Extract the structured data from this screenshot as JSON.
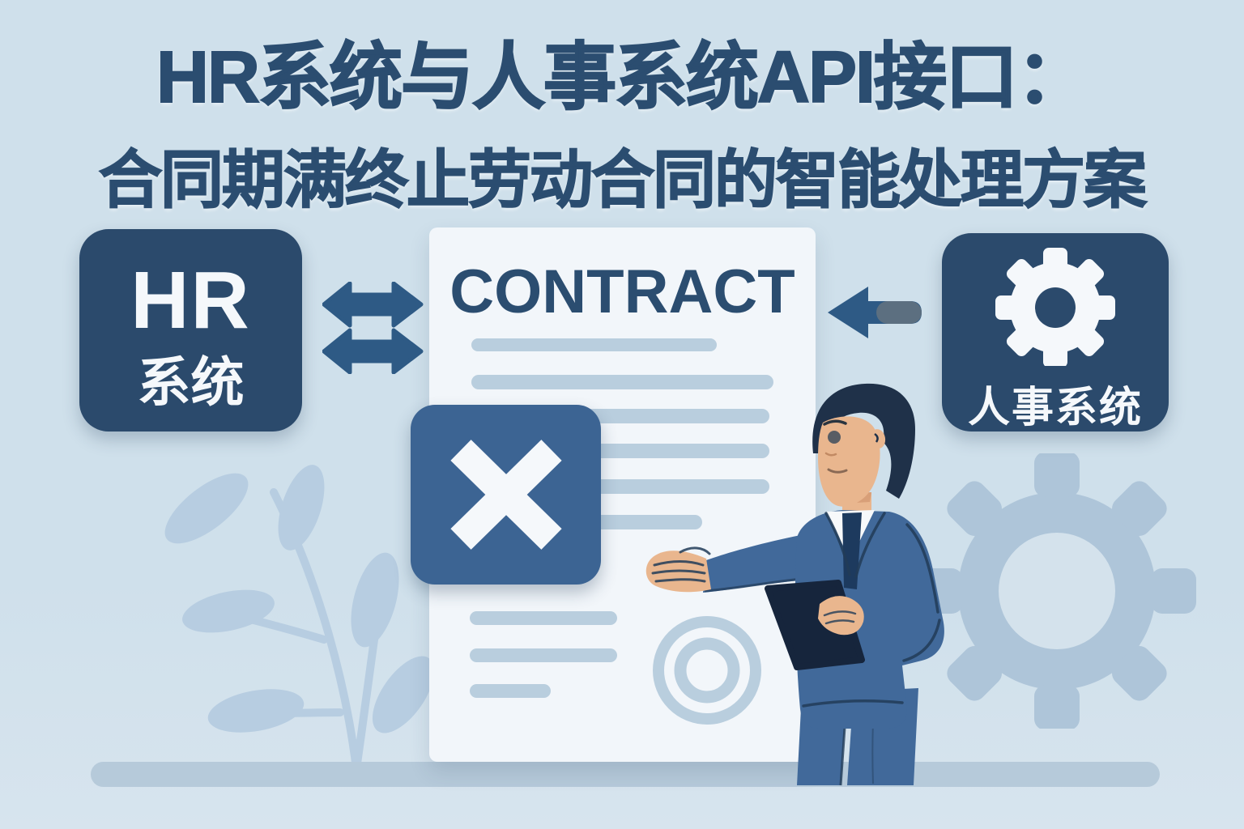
{
  "title": {
    "line1": "HR系统与人事系统API接口：",
    "line2": "合同期满终止劳动合同的智能处理方案"
  },
  "hr_system_card": {
    "acronym": "HR",
    "label": "系统"
  },
  "contract_document": {
    "heading": "CONTRACT"
  },
  "personnel_system_card": {
    "label": "人事系统"
  },
  "icons": {
    "sync_arrows": "bidirectional-sync-arrows",
    "left_arrow": "left-arrow",
    "x_mark": "x-cancel-mark",
    "gear": "gear-cog",
    "stamp": "concentric-circle-stamp",
    "leaf_branch": "leaf-branch-silhouette",
    "gear_silhouette": "gear-silhouette",
    "businessman": "businessman-with-tablet"
  },
  "colors": {
    "background": "#cfe0eb",
    "background_lower": "#d7e4ee",
    "title_text": "#2b4d70",
    "card_navy": "#2b4a6c",
    "card_text": "#f5f8fb",
    "contract_bg": "#f2f6fa",
    "contract_heading": "#2b4d70",
    "contract_line": "#b9cede",
    "x_card_blue": "#3c6493",
    "x_mark": "#f5f8fb",
    "arrow_blue": "#2e5a85",
    "arrow_gray": "#5c6f80",
    "decoration_blue": "#b7cde1",
    "gear_silhouette": "#aec5d9",
    "gear_hole": "#d4e2ec",
    "floor_bar": "#b6cada",
    "suit_blue": "#41699a",
    "suit_outline": "#223c58",
    "skin": "#e9b68e",
    "hair_navy": "#1f3149",
    "tie_navy": "#1d3a5e",
    "tablet_navy": "#16253c",
    "shirt_white": "#f7f9fb"
  }
}
